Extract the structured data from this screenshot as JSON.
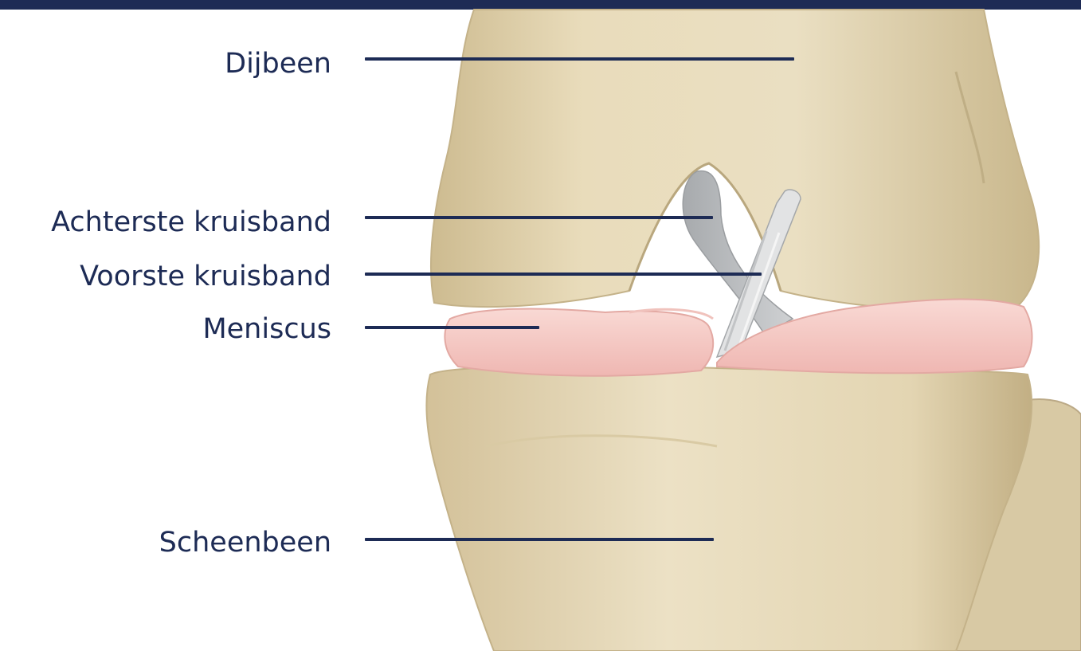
{
  "labels": {
    "femur": "Dijbeen",
    "pcl": "Achterste kruisband",
    "acl": "Voorste kruisband",
    "meniscus": "Meniscus",
    "tibia": "Scheenbeen"
  },
  "colors": {
    "header": "#1e2b55",
    "label_text": "#1d2b55",
    "bone": "#e6d8b4",
    "bone_shade": "#c7b68c",
    "meniscus": "#f6c8c3",
    "ligament": "#b9bcbf",
    "graft": "#e3e4e5"
  }
}
